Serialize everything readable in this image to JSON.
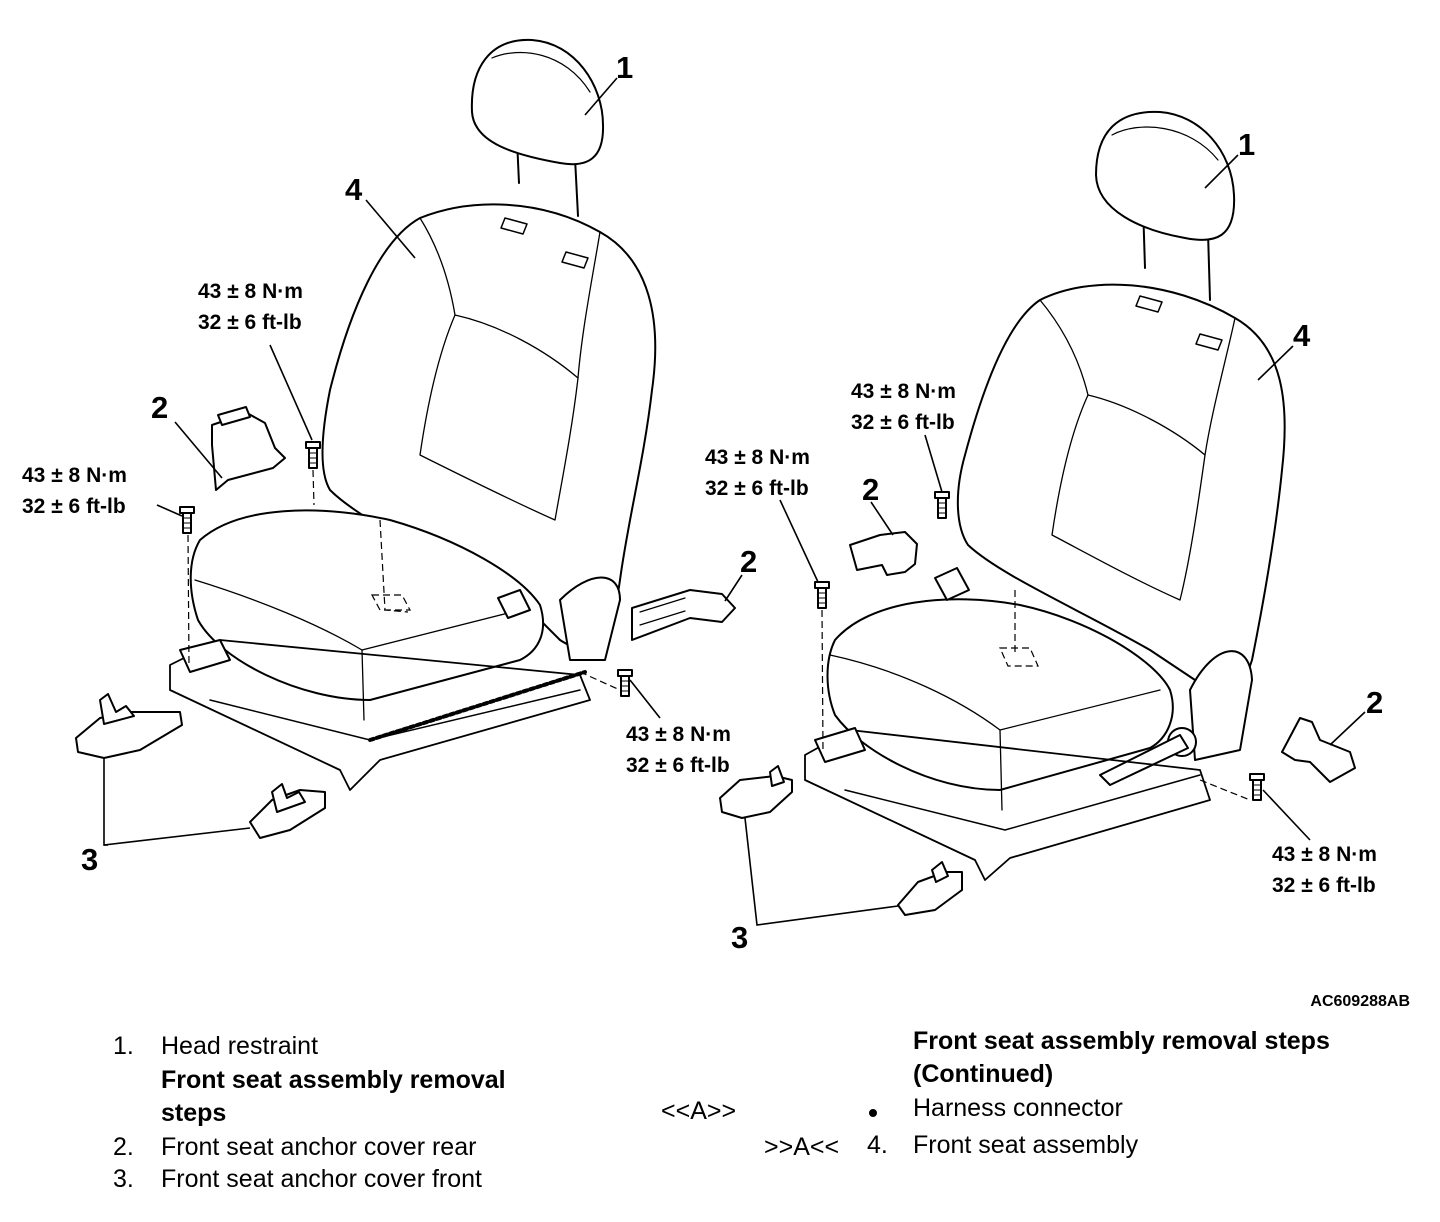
{
  "diagram": {
    "callouts": {
      "left_headrest": "1",
      "left_seat": "4",
      "left_rear_cover": "2",
      "left_front_cover": "3",
      "left_side_cover": "2",
      "right_headrest": "1",
      "right_seat": "4",
      "right_rear_cover": "2",
      "right_side_cover": "2",
      "right_front_cover": "3"
    },
    "torque": {
      "a": {
        "nm": "43 ± 8 N·m",
        "ftlb": "32 ± 6 ft-lb"
      },
      "b": {
        "nm": "43 ± 8 N·m",
        "ftlb": "32 ± 6 ft-lb"
      },
      "c": {
        "nm": "43 ± 8 N·m",
        "ftlb": "32 ± 6 ft-lb"
      },
      "d": {
        "nm": "43 ± 8 N·m",
        "ftlb": "32 ± 6 ft-lb"
      },
      "e": {
        "nm": "43 ± 8 N·m",
        "ftlb": "32 ± 6 ft-lb"
      },
      "f": {
        "nm": "43 ± 8 N·m",
        "ftlb": "32 ± 6 ft-lb"
      }
    },
    "figure_code": "AC609288AB"
  },
  "legend": {
    "left": {
      "item1": {
        "num": "1.",
        "text": "Head restraint"
      },
      "heading_line1": "Front seat assembly removal",
      "heading_line2": "steps",
      "item2": {
        "num": "2.",
        "text": "Front seat anchor cover rear"
      },
      "item3": {
        "num": "3.",
        "text": "Front seat anchor cover front"
      }
    },
    "right": {
      "heading_line1": "Front seat assembly removal steps",
      "heading_line2": "(Continued)",
      "row1": {
        "ref": "<<A>>",
        "text": "Harness connector"
      },
      "row2": {
        "ref": ">>A<<",
        "num": "4.",
        "text": "Front seat assembly"
      }
    }
  }
}
